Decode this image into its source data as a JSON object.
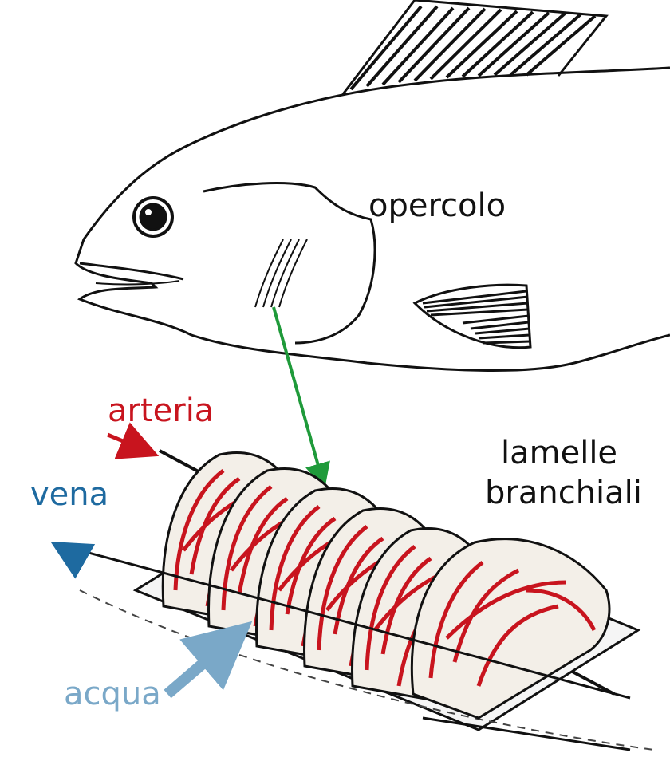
{
  "labels": {
    "opercolo": "opercolo",
    "arteria": "arteria",
    "vena": "vena",
    "acqua": "acqua",
    "lamelle_line1": "lamelle",
    "lamelle_line2": "branchiali"
  },
  "colors": {
    "outline": "#111111",
    "artery": "#c8141e",
    "vein": "#1e6aa0",
    "water": "#7aa8c8",
    "pointer": "#1f9a3a",
    "lamella_fill": "#f3efe8"
  }
}
